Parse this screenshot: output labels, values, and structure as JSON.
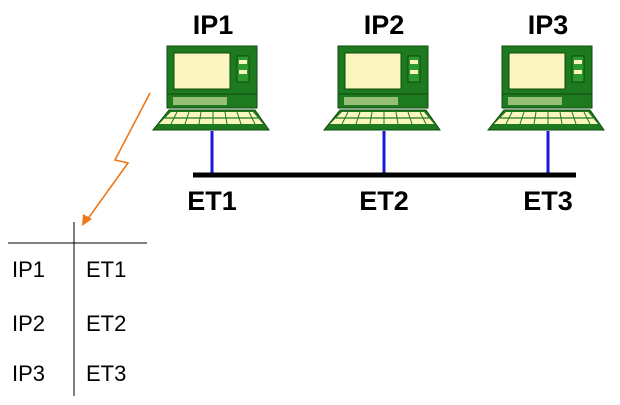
{
  "hosts": [
    {
      "ip": "IP1",
      "ethernet": "ET1"
    },
    {
      "ip": "IP2",
      "ethernet": "ET2"
    },
    {
      "ip": "IP3",
      "ethernet": "ET3"
    }
  ],
  "mapping_table": {
    "rows": [
      {
        "ip": "IP1",
        "ethernet": "ET1"
      },
      {
        "ip": "IP2",
        "ethernet": "ET2"
      },
      {
        "ip": "IP3",
        "ethernet": "ET3"
      }
    ]
  },
  "colors": {
    "computer_body": "#1e7a1e",
    "computer_screen": "#fbf5c0",
    "keyboard_keys": "#fbf5c0",
    "drop_line": "#1a1ad8",
    "bus": "#000000",
    "arrow": "#f07818",
    "table_lines": "#000000"
  },
  "icons": {
    "computer": "desktop-computer-icon",
    "arrow": "lightning-arrow-icon"
  }
}
